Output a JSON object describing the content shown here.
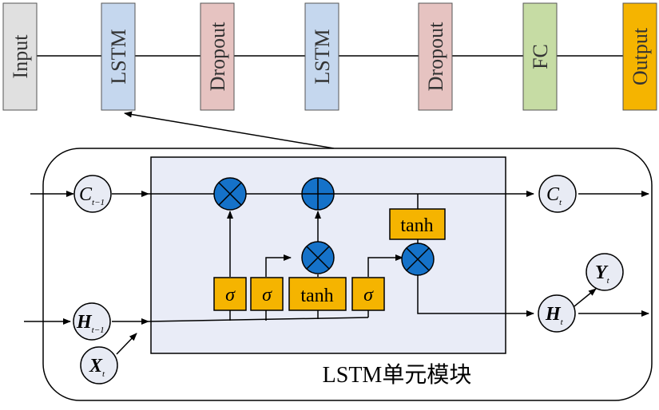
{
  "pipeline": {
    "input": "Input",
    "lstm1": "LSTM",
    "dropout1": "Dropout",
    "lstm2": "LSTM",
    "dropout2": "Dropout",
    "fc": "FC",
    "output": "Output"
  },
  "cell": {
    "caption": "LSTM单元模块",
    "c_prev": {
      "main": "C",
      "sub": "t−1"
    },
    "c_next": {
      "main": "C",
      "sub": "t"
    },
    "h_prev": {
      "main": "H",
      "sub": "t−1"
    },
    "x_t": {
      "main": "X",
      "sub": "t"
    },
    "h_next": {
      "main": "H",
      "sub": "t"
    },
    "y_t": {
      "main": "Y",
      "sub": "t"
    },
    "gates": {
      "sigma1": "σ",
      "sigma2": "σ",
      "tanh_gate": "tanh",
      "sigma3": "σ",
      "tanh_out": "tanh"
    }
  },
  "colors": {
    "input": "#e0e0e0",
    "lstm": "#c5d7ee",
    "dropout": "#e6c3c1",
    "fc": "#c6dca4",
    "output": "#f5b400",
    "gate": "#f5b400",
    "op": "#1572c9",
    "node": "#e8ebf4",
    "cell_bg": "#e9ecf7"
  }
}
